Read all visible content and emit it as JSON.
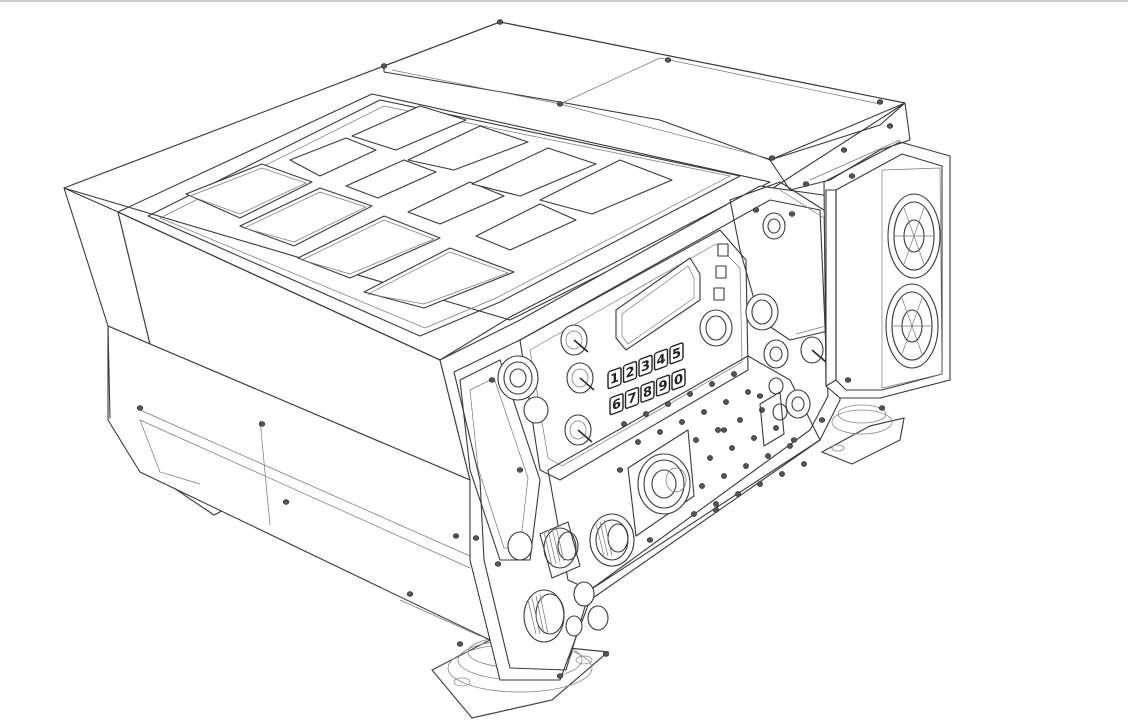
{
  "keypad": {
    "row1": [
      "1",
      "2",
      "3",
      "4",
      "5"
    ],
    "row2": [
      "6",
      "7",
      "8",
      "9",
      "0"
    ]
  },
  "colors": {
    "background": "#ffffff",
    "line": "#3a3a3a"
  }
}
